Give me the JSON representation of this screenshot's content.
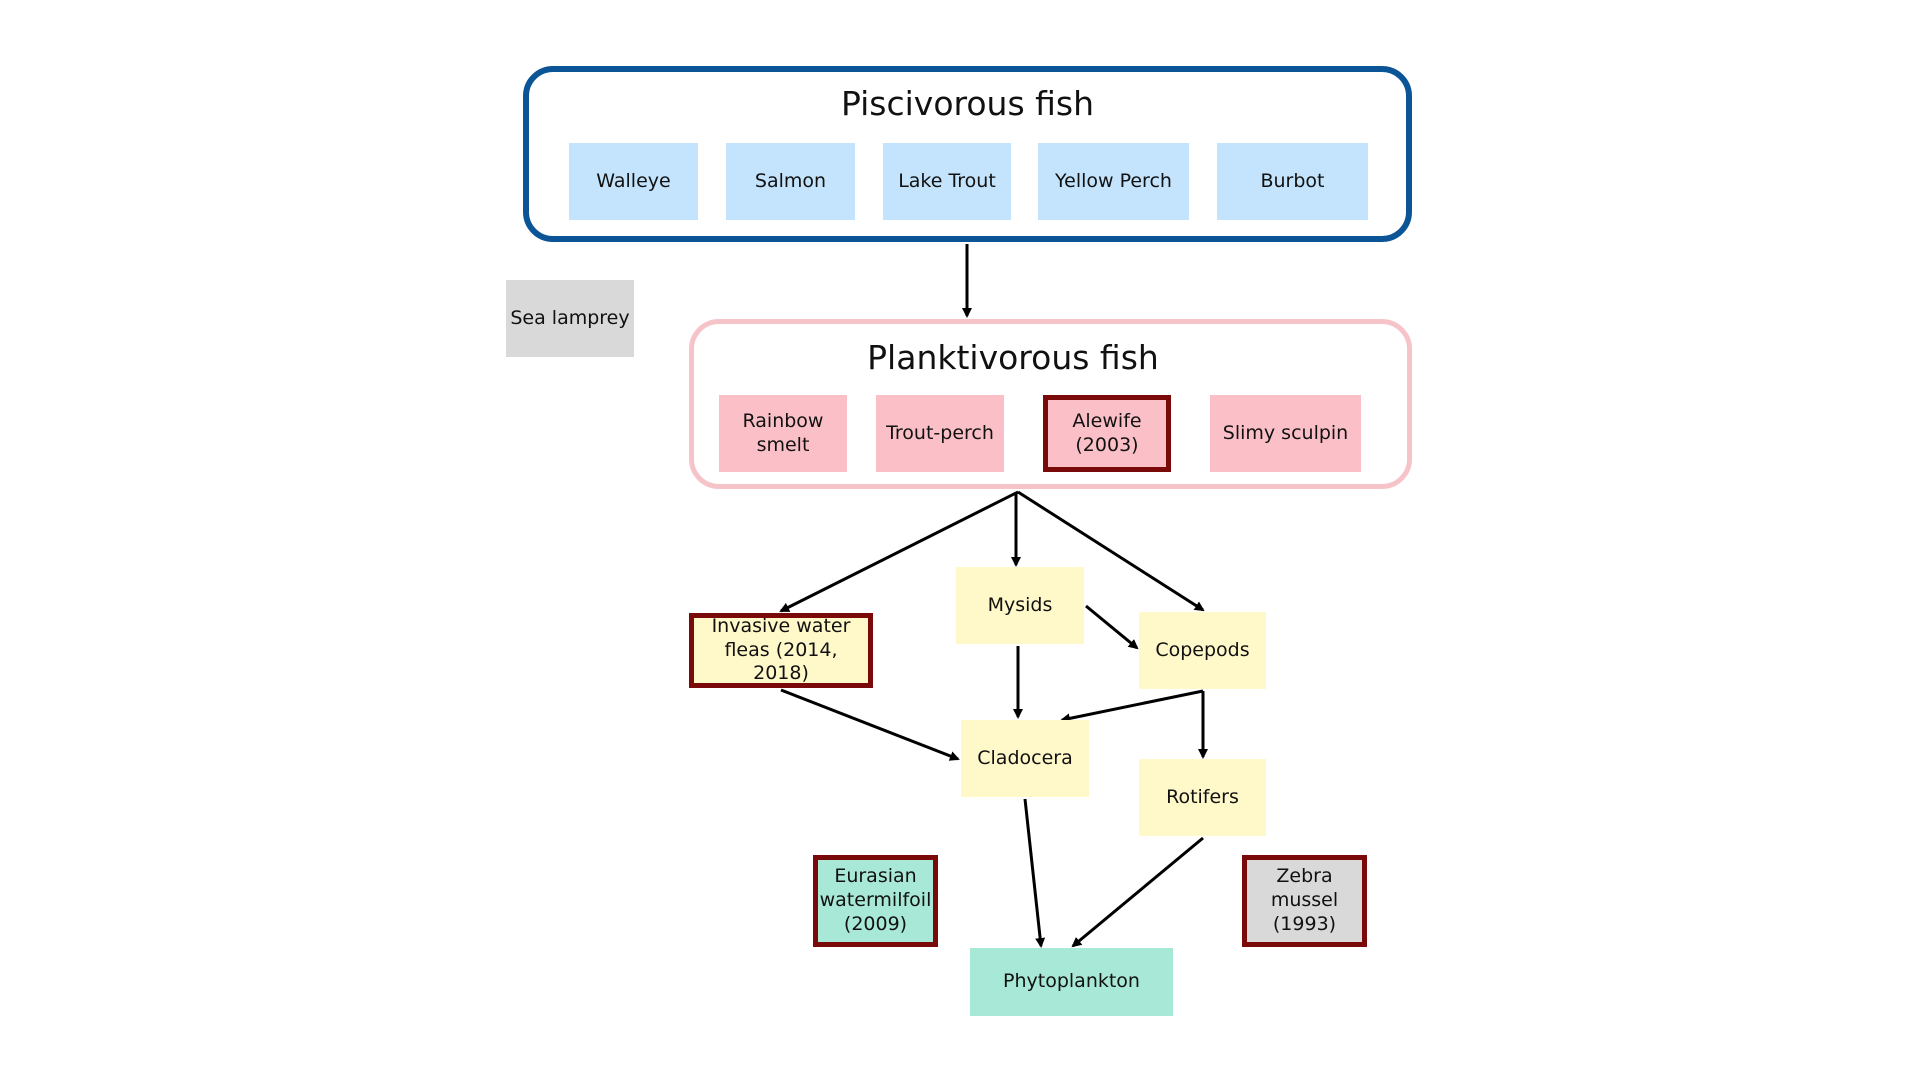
{
  "diagram": {
    "groups": {
      "piscivorous": {
        "title": "Piscivorous fish",
        "members": [
          "Walleye",
          "Salmon",
          "Lake Trout",
          "Yellow Perch",
          "Burbot"
        ]
      },
      "planktivorous": {
        "title": "Planktivorous fish",
        "members": [
          "Rainbow\nsmelt",
          "Trout-perch",
          "Alewife\n(2003)",
          "Slimy sculpin"
        ]
      }
    },
    "nodes": {
      "sea_lamprey": "Sea lamprey",
      "invasive_water_fleas": "Invasive water\nfleas (2014, 2018)",
      "mysids": "Mysids",
      "copepods": "Copepods",
      "cladocera": "Cladocera",
      "rotifers": "Rotifers",
      "eurasian_watermilfoil": "Eurasian\nwatermilfoil\n(2009)",
      "zebra_mussel": "Zebra\nmussel\n(1993)",
      "phytoplankton": "Phytoplankton"
    },
    "invasive_species": [
      "Alewife (2003)",
      "Invasive water fleas (2014, 2018)",
      "Eurasian watermilfoil (2009)",
      "Zebra mussel (1993)"
    ],
    "edges": [
      {
        "from": "Piscivorous fish",
        "to": "Planktivorous fish"
      },
      {
        "from": "Planktivorous fish",
        "to": "Invasive water fleas"
      },
      {
        "from": "Planktivorous fish",
        "to": "Mysids"
      },
      {
        "from": "Planktivorous fish",
        "to": "Copepods"
      },
      {
        "from": "Mysids",
        "to": "Copepods"
      },
      {
        "from": "Mysids",
        "to": "Cladocera"
      },
      {
        "from": "Invasive water fleas",
        "to": "Cladocera"
      },
      {
        "from": "Copepods",
        "to": "Cladocera"
      },
      {
        "from": "Copepods",
        "to": "Rotifers"
      },
      {
        "from": "Cladocera",
        "to": "Phytoplankton"
      },
      {
        "from": "Rotifers",
        "to": "Phytoplankton"
      }
    ],
    "colors": {
      "piscivorous_border": "#0b5597",
      "piscivorous_fill": "#c3e4fc",
      "planktivorous_border": "#f6c3c8",
      "planktivorous_fill": "#fbc0c7",
      "zooplankton_fill": "#fff8c9",
      "plant_fill": "#a8e8d6",
      "other_fill": "#d9d9d9",
      "invasive_border": "#7a0a0a"
    }
  }
}
